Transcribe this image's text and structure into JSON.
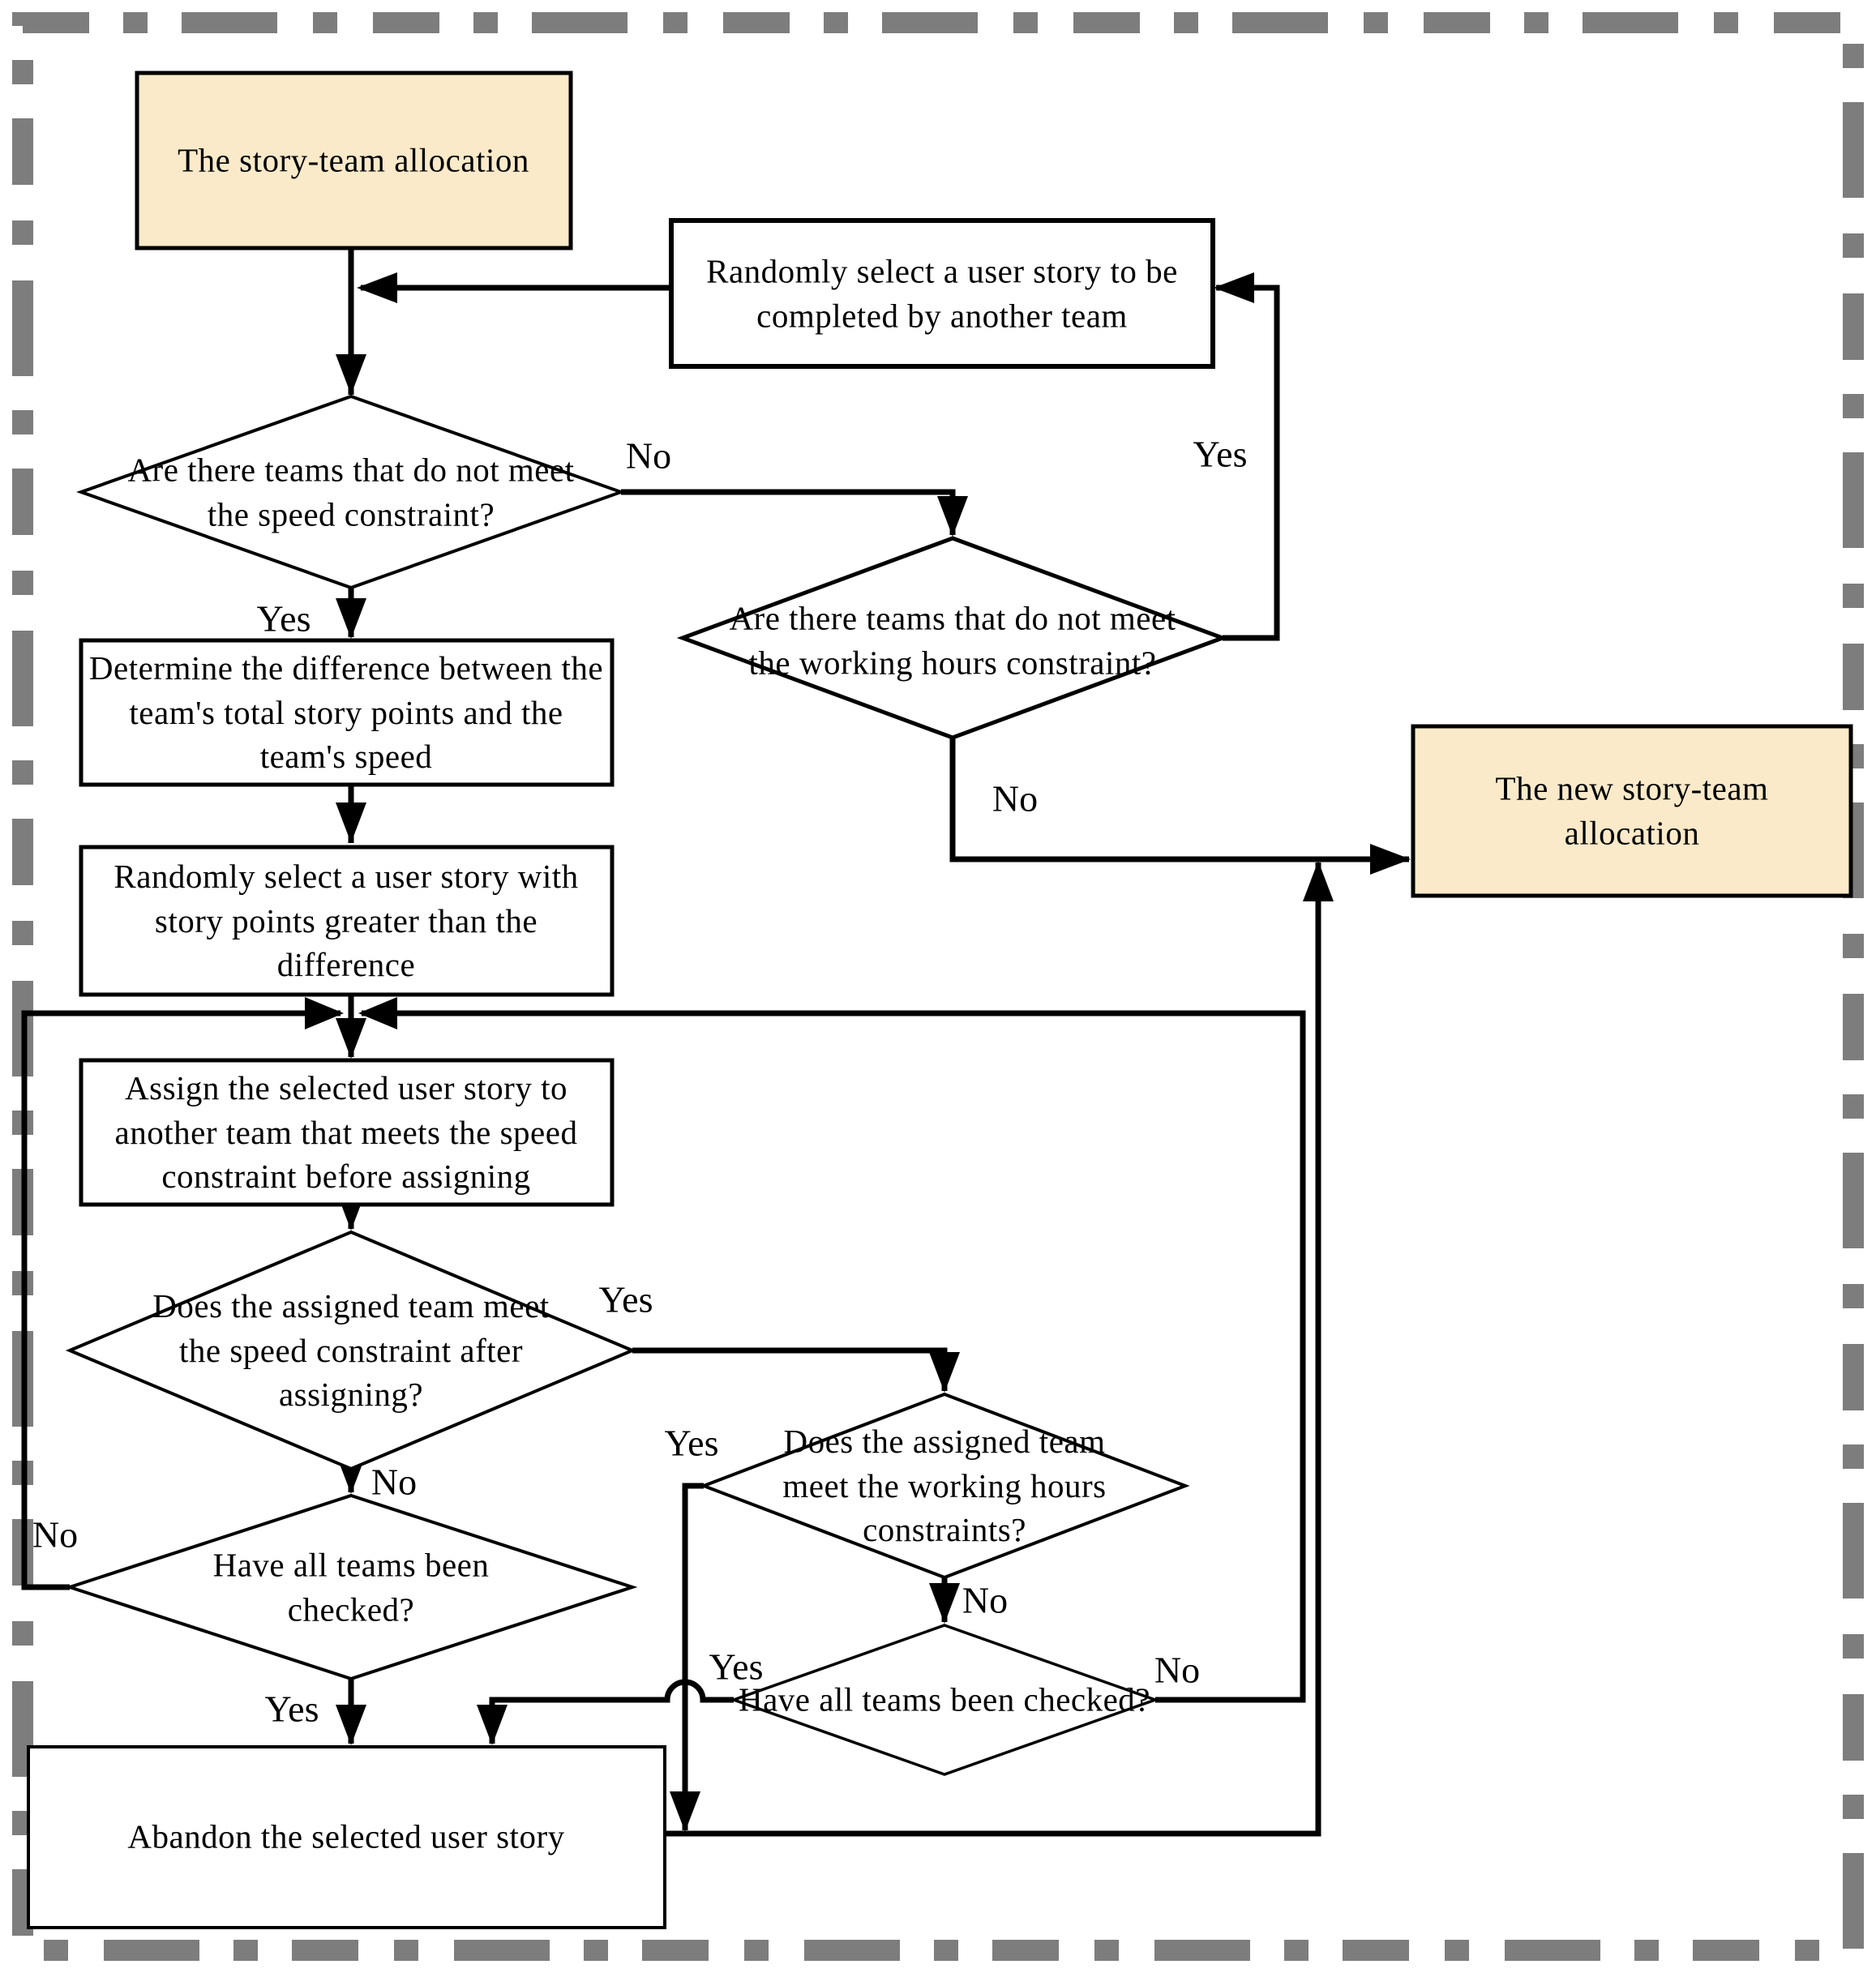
{
  "diagram": {
    "type": "flowchart",
    "subject": "story-team allocation adjustment procedure",
    "colors": {
      "terminal_fill": "#fbeac9",
      "process_fill": "#ffffff",
      "line": "#000000",
      "frame": "#7d7d7d"
    },
    "nodes": {
      "start": {
        "label": "The story-team allocation",
        "type": "terminal"
      },
      "random_select_story": {
        "label": "Randomly select a user story to be completed by another team",
        "type": "process"
      },
      "speed_constraint_check": {
        "label": "Are there teams that do not meet the speed constraint?",
        "type": "decision"
      },
      "working_hours_check": {
        "label": "Are there teams that do not meet the working hours constraint?",
        "type": "decision"
      },
      "determine_difference": {
        "label": "Determine the difference between the team's total story points and the team's speed",
        "type": "process"
      },
      "select_story_greater": {
        "label": "Randomly select a user story with story points greater than the difference",
        "type": "process"
      },
      "assign_story": {
        "label": "Assign the selected  user story to another team that meets the speed constraint before assigning",
        "type": "process"
      },
      "assigned_speed_check": {
        "label": "Does the assigned team meet the speed constraint after  assigning?",
        "type": "decision"
      },
      "teams_checked_left": {
        "label": "Have  all  teams been checked?",
        "type": "decision"
      },
      "abandon_story": {
        "label": "Abandon the selected  user story",
        "type": "process"
      },
      "assigned_hours_check": {
        "label": "Does the assigned team meet the working hours constraints?",
        "type": "decision"
      },
      "teams_checked_right": {
        "label": "Have  all  teams been checked?",
        "type": "decision"
      },
      "end": {
        "label": "The new story-team allocation",
        "type": "terminal"
      }
    },
    "edge_labels": {
      "speed_check_yes": "Yes",
      "speed_check_no": "No",
      "hours_check_yes": "Yes",
      "hours_check_no": "No",
      "assigned_speed_yes": "Yes",
      "assigned_speed_no": "No",
      "teams_left_no": "No",
      "teams_left_yes": "Yes",
      "assigned_hours_yes": "Yes",
      "assigned_hours_no": "No",
      "teams_right_yes": "Yes",
      "teams_right_no": "No"
    }
  }
}
